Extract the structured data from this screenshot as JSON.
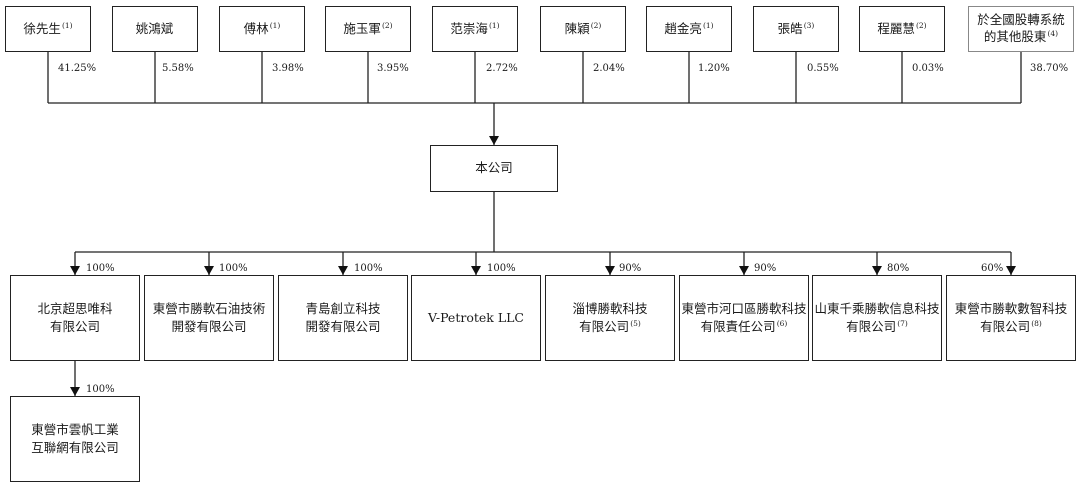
{
  "shareholders": [
    {
      "name": "徐先生",
      "note": "(1)",
      "pct": "41.25%"
    },
    {
      "name": "姚鴻斌",
      "note": "",
      "pct": "5.58%"
    },
    {
      "name": "傅林",
      "note": "(1)",
      "pct": "3.98%"
    },
    {
      "name": "施玉軍",
      "note": "(2)",
      "pct": "3.95%"
    },
    {
      "name": "范崇海",
      "note": "(1)",
      "pct": "2.72%"
    },
    {
      "name": "陳穎",
      "note": "(2)",
      "pct": "2.04%"
    },
    {
      "name": "趙金亮",
      "note": "(1)",
      "pct": "1.20%"
    },
    {
      "name": "張皓",
      "note": "(3)",
      "pct": "0.55%"
    },
    {
      "name": "程麗慧",
      "note": "(2)",
      "pct": "0.03%"
    },
    {
      "name": "於全國股轉系統的其他股東",
      "line1": "於全國股轉系統",
      "line2": "的其他股東",
      "note": "(4)",
      "pct": "38.70%"
    }
  ],
  "company": {
    "name": "本公司"
  },
  "subsidiaries": [
    {
      "line1": "北京超思唯科",
      "line2": "有限公司",
      "note": "",
      "pct": "100%"
    },
    {
      "line1": "東營市勝軟石油技術",
      "line2": "開發有限公司",
      "note": "",
      "pct": "100%"
    },
    {
      "line1": "青島創立科技",
      "line2": "開發有限公司",
      "note": "",
      "pct": "100%"
    },
    {
      "line1": "V-Petrotek LLC",
      "line2": "",
      "note": "",
      "pct": "100%"
    },
    {
      "line1": "淄博勝軟科技",
      "line2": "有限公司",
      "note": "(5)",
      "pct": "90%"
    },
    {
      "line1": "東營市河口區勝軟科技",
      "line2": "有限責任公司",
      "note": "(6)",
      "pct": "90%"
    },
    {
      "line1": "山東千乘勝軟信息科技",
      "line2": "有限公司",
      "note": "(7)",
      "pct": "80%"
    },
    {
      "line1": "東營市勝軟數智科技",
      "line2": "有限公司",
      "note": "(8)",
      "pct": "60%"
    }
  ],
  "sub_subsidiary": {
    "line1": "東營市雲帆工業",
    "line2": "互聯網有限公司",
    "pct": "100%"
  }
}
